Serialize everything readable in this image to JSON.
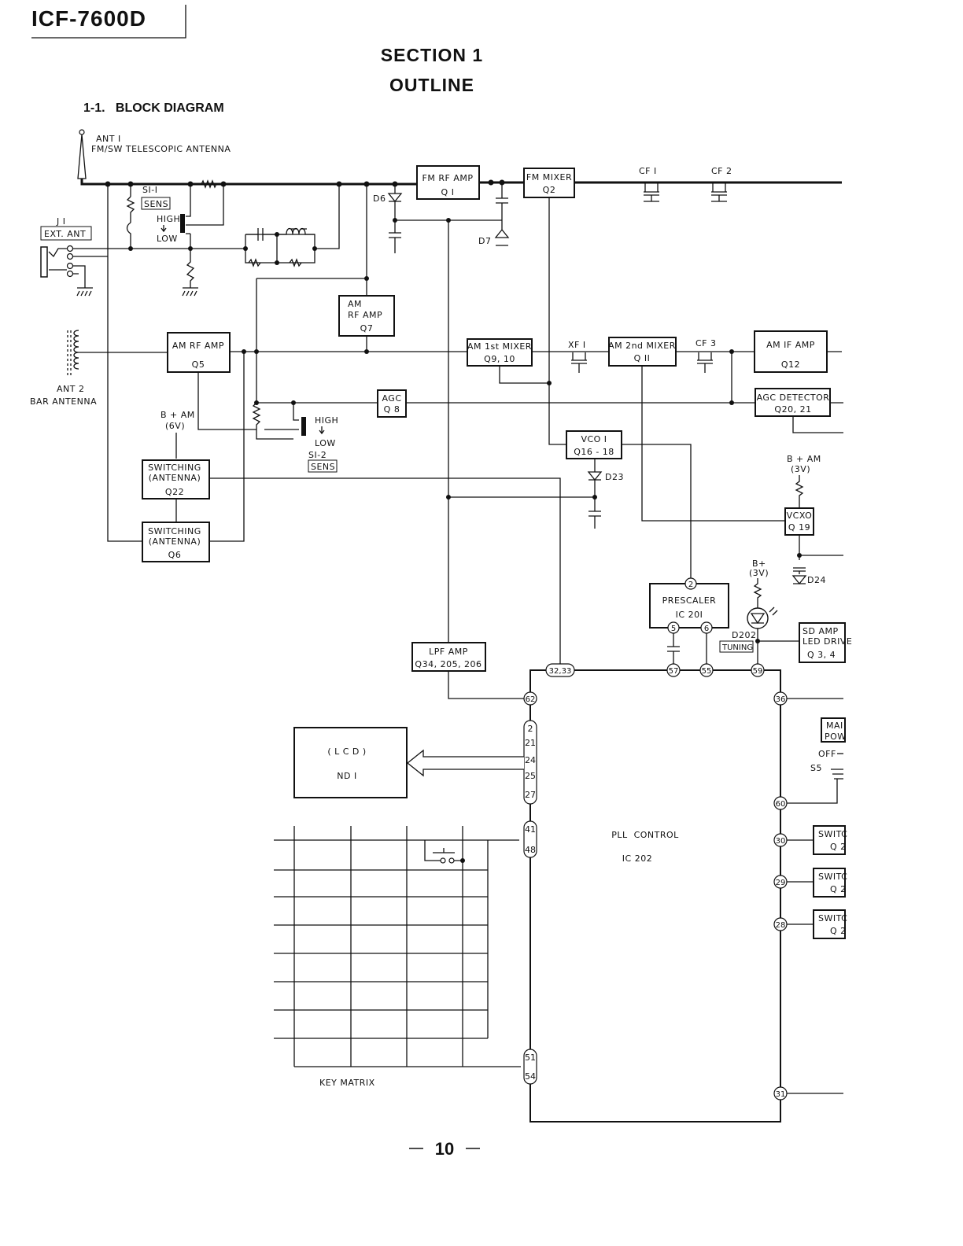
{
  "header": {
    "model": "ICF-7600D",
    "section": "SECTION 1",
    "section_name": "OUTLINE",
    "subsection": "1-1.   BLOCK DIAGRAM"
  },
  "labels": {
    "ant1": "ANT I",
    "ant1_desc": "FM/SW TELESCOPIC ANTENNA",
    "j1": "J I",
    "ext_ant": "EXT. ANT",
    "s1_1": "SI-I",
    "sens": "SENS",
    "high": "HIGH",
    "low": "LOW",
    "d6": "D6",
    "d7": "D7",
    "cf1": "CF I",
    "cf2": "CF 2",
    "ant2": "ANT 2",
    "ant2_desc": "BAR ANTENNA",
    "xf1": "XF I",
    "cf3": "CF 3",
    "bam6": "B + AM",
    "bam6_v": "(6V)",
    "s1_2": "SI-2",
    "d23": "D23",
    "bam3": "B + AM",
    "bam3_v": "(3V)",
    "bplus": "B+",
    "bplus_v": "(3V)",
    "d24": "D24",
    "d202": "D202",
    "tuning": "TUNING",
    "off": "OFF",
    "s5": "S5",
    "key_matrix": "KEY MATRIX"
  },
  "blocks": {
    "fm_rf_amp": {
      "name": "FM RF AMP",
      "part": "Q I"
    },
    "fm_mixer": {
      "name": "FM MIXER",
      "part": "Q2"
    },
    "am_rf_amp_q7": {
      "name1": "AM",
      "name2": "RF AMP",
      "part": "Q7"
    },
    "am_rf_amp_q5": {
      "name": "AM RF AMP",
      "part": "Q5"
    },
    "am_1st_mixer": {
      "name": "AM 1st MIXER",
      "part": "Q9, 10"
    },
    "am_2nd_mixer": {
      "name": "AM 2nd MIXER",
      "part": "Q II"
    },
    "am_if_amp": {
      "name": "AM IF AMP",
      "part": "Q12"
    },
    "agc": {
      "name": "AGC",
      "part": "Q 8"
    },
    "agc_detector": {
      "name": "AGC DETECTOR",
      "part": "Q20, 21"
    },
    "vco1": {
      "name": "VCO I",
      "part": "Q16 - 18"
    },
    "switching_q22": {
      "name1": "SWITCHING",
      "name2": "(ANTENNA)",
      "part": "Q22"
    },
    "switching_q6": {
      "name1": "SWITCHING",
      "name2": "(ANTENNA)",
      "part": "Q6"
    },
    "vcxo": {
      "name": "VCXO",
      "part": "Q 19"
    },
    "prescaler": {
      "name": "PRESCALER",
      "part": "IC 20I"
    },
    "sd_amp": {
      "name1": "SD AMP",
      "name2": "LED DRIVE",
      "part": "Q 3, 4"
    },
    "lpf_amp": {
      "name": "LPF AMP",
      "part": "Q34, 205, 206"
    },
    "lcd": {
      "name": "( L C D )",
      "part": "ND I"
    },
    "pll": {
      "name": "PLL  CONTROL",
      "part": "IC 202"
    },
    "main_power": {
      "name1": "MAI",
      "name2": "POW"
    },
    "sw_a": {
      "name": "SWITC",
      "part": "Q 2"
    },
    "sw_b": {
      "name": "SWITC",
      "part": "Q 2"
    },
    "sw_c": {
      "name": "SWITC",
      "part": "Q 2"
    }
  },
  "pins": {
    "p2": "2",
    "p5": "5",
    "p6": "6",
    "p32_33": "32,33",
    "p57": "57",
    "p55": "55",
    "p59": "59",
    "p62": "62",
    "p36": "36",
    "p60": "60",
    "p30": "30",
    "p29": "29",
    "p28": "28",
    "p31": "31",
    "lcd_bus": [
      "2",
      "21",
      "24",
      "25",
      "27"
    ],
    "key_bus_top": [
      "41",
      "48"
    ],
    "key_bus_bottom": [
      "51",
      "54"
    ]
  },
  "footer": {
    "page": "10"
  }
}
